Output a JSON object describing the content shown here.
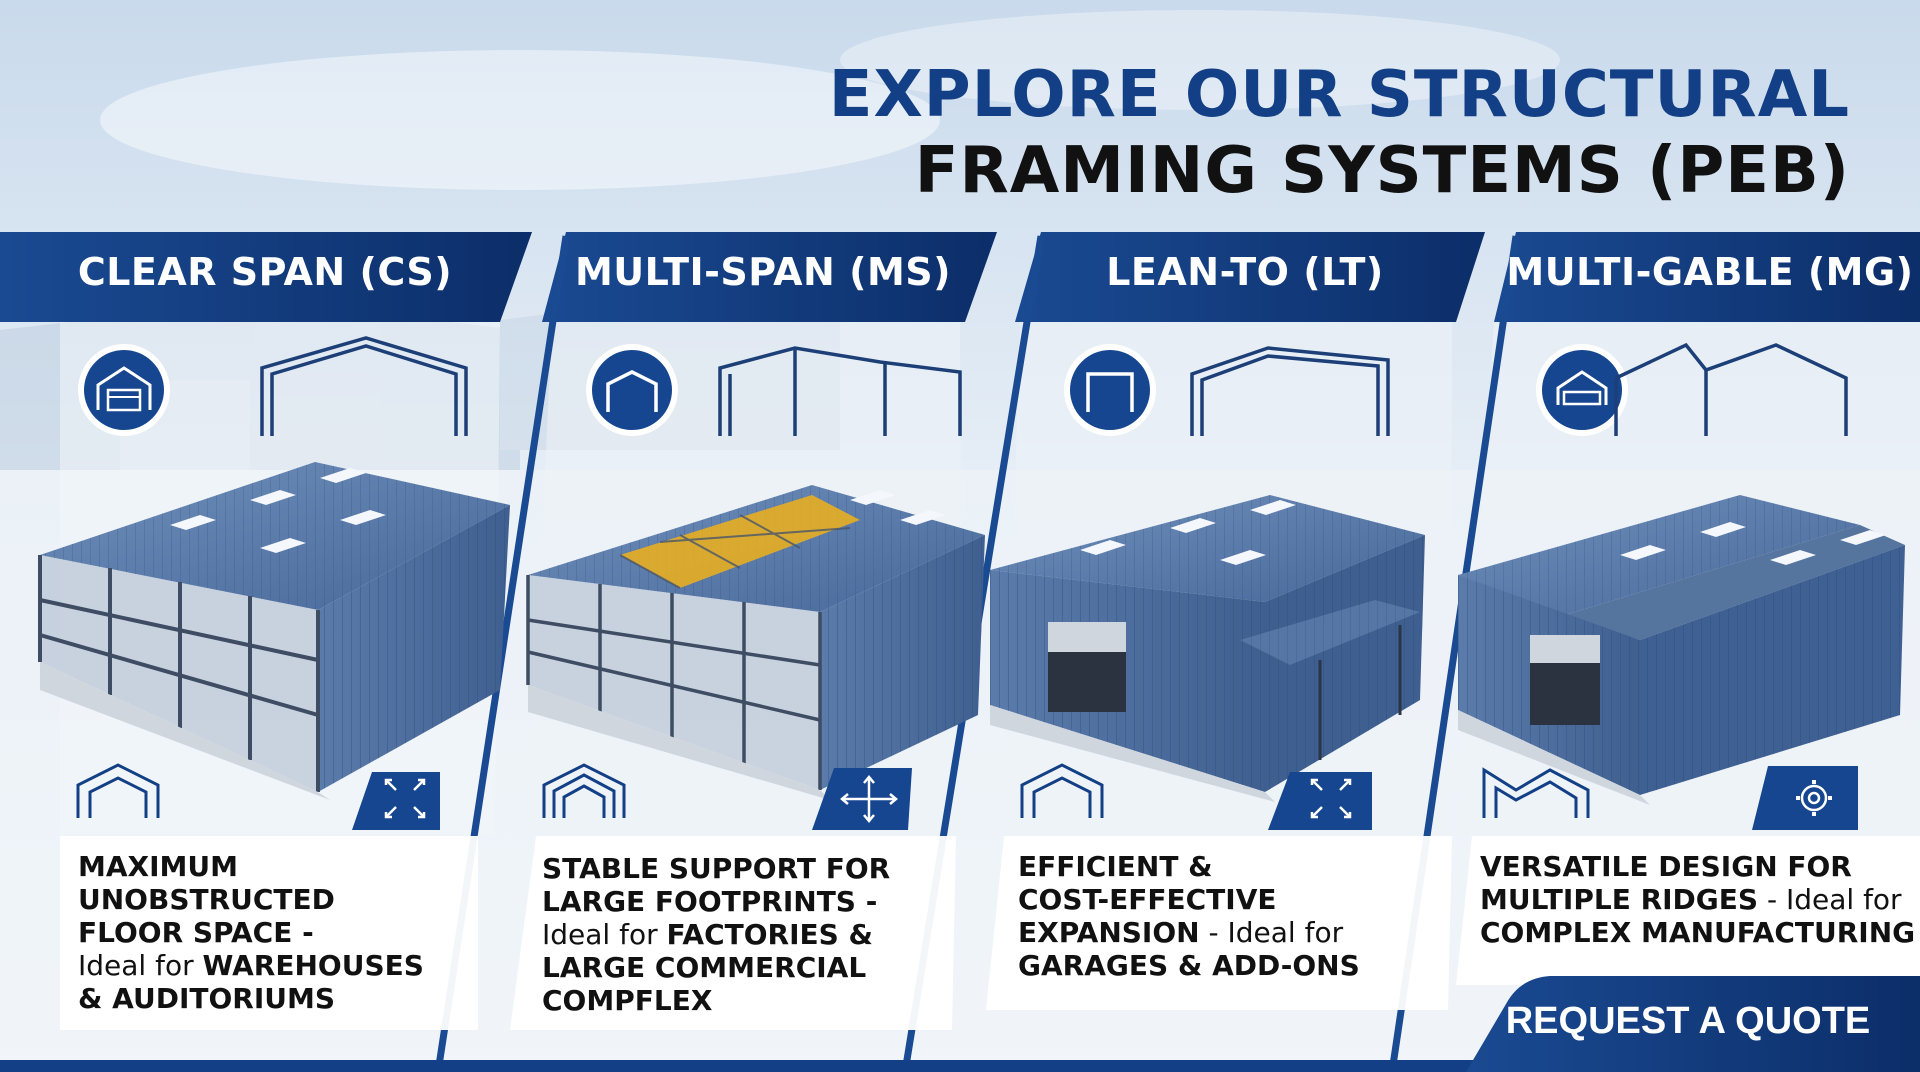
{
  "headline": {
    "line1": "EXPLORE OUR STRUCTURAL",
    "line2": "FRAMING SYSTEMS (PEB)"
  },
  "colors": {
    "brand_blue": "#123f85",
    "dark_blue": "#0d2f68",
    "steel_blue": "#5d7fae",
    "sky": "#dfe9f3"
  },
  "cards": [
    {
      "title": "CLEAR SPAN (CS)",
      "badge_icon": "warehouse-icon",
      "profile_icon": "single-gable-icon",
      "corner_icon": "expand-icon",
      "desc": {
        "l1": "MAXIMUM",
        "l2": "UNOBSTRUCTED",
        "l3": "FLOOR SPACE -",
        "l4a": "Ideal for ",
        "l4b": "WAREHOUSES",
        "l5": "& AUDITORIUMS"
      }
    },
    {
      "title": "MULTI-SPAN (MS)",
      "badge_icon": "frame-icon",
      "profile_icon": "multi-span-icon",
      "corner_icon": "move-arrows-icon",
      "desc": {
        "l1": "STABLE SUPPORT FOR",
        "l2": "LARGE FOOTPRINTS -",
        "l3a": "Ideal for ",
        "l3b": "FACTORIES &",
        "l4": "LARGE COMMERCIAL",
        "l5": "COMPFLEX"
      }
    },
    {
      "title": "LEAN-TO (LT)",
      "badge_icon": "portal-frame-icon",
      "profile_icon": "lean-to-icon",
      "corner_icon": "expand-icon",
      "desc": {
        "l1": "EFFICIENT &",
        "l2": "COST-EFFECTIVE",
        "l3a": "EXPANSION",
        "l3b": " - Ideal for",
        "l4": "GARAGES & ADD-ONS"
      }
    },
    {
      "title": "MULTI-GABLE (MG)",
      "badge_icon": "factory-icon",
      "profile_icon": "multi-gable-icon",
      "corner_icon": "gear-icon",
      "desc": {
        "l1": "VERSATILE DESIGN FOR",
        "l2a": "MULTIPLE RIDGES",
        "l2b": " - Ideal for",
        "l3": "COMPLEX MANUFACTURING"
      }
    }
  ],
  "cta": {
    "label": "REQUEST A QUOTE"
  }
}
